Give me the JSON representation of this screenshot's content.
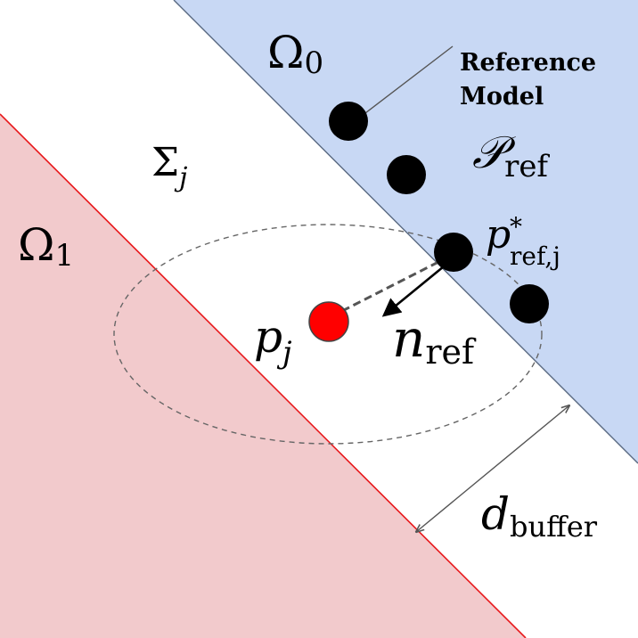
{
  "regions": {
    "omega0": {
      "label": "Ω",
      "sub": "0",
      "color": "#c8d8f4"
    },
    "omega1": {
      "label": "Ω",
      "sub": "1",
      "color": "#f2cacc"
    }
  },
  "boundaries": {
    "blue_line_color": "#5a6a82",
    "red_line_color": "#e8191c"
  },
  "sigma": {
    "label": "Σ",
    "sub": "j"
  },
  "reference": {
    "title_line1": "Reference",
    "title_line2": "Model",
    "symbol": "𝒫",
    "symbol_sub": "ref"
  },
  "p_ref_star": {
    "label": "p",
    "sup": "*",
    "sub": "ref,j"
  },
  "p_j": {
    "label": "p",
    "sub": "j",
    "color": "#ff0000"
  },
  "n_ref": {
    "label": "n",
    "sub": "ref"
  },
  "d_buffer": {
    "label": "d",
    "sub": "buffer"
  }
}
